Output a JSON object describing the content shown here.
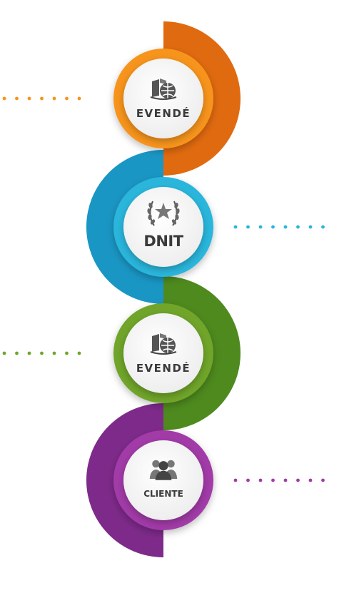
{
  "nodes": [
    {
      "id": "evende-1",
      "label": "EVENDÉ",
      "icon": "evende-logo-icon",
      "color": "#F7941D",
      "color_dark": "#E06A10",
      "side": "left"
    },
    {
      "id": "dnit",
      "label": "DNIT",
      "icon": "dnit-emblem-icon",
      "color": "#29B6DC",
      "color_dark": "#1A96C4",
      "side": "right"
    },
    {
      "id": "evende-2",
      "label": "EVENDÉ",
      "icon": "evende-logo-icon",
      "color": "#6FA52A",
      "color_dark": "#4E8A1E",
      "side": "left"
    },
    {
      "id": "cliente",
      "label": "CLIENTE",
      "icon": "people-icon",
      "color": "#A23BA8",
      "color_dark": "#7E2A8A",
      "side": "right"
    }
  ]
}
